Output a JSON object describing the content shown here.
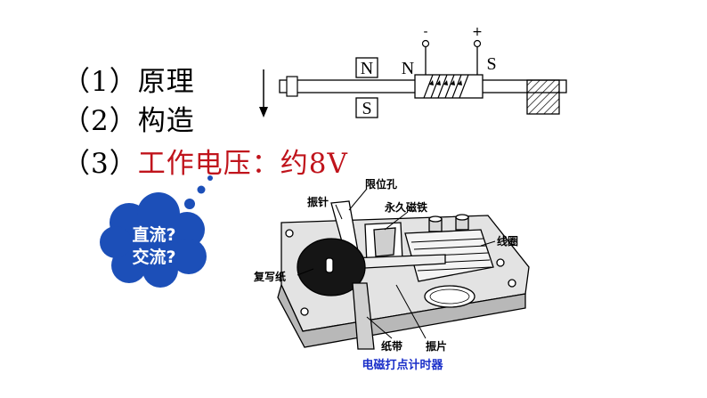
{
  "items": [
    {
      "num": "（1）",
      "text": "原理"
    },
    {
      "num": "（2）",
      "text": "构造"
    },
    {
      "num": "（3）",
      "text": "工作电压：约8V"
    }
  ],
  "cloud": {
    "line1": "直流?",
    "line2": "交流?"
  },
  "principle_diagram": {
    "magnet_top": "N",
    "magnet_bottom": "S",
    "coil_left_pole": "N",
    "coil_right_pole": "S",
    "terminal_minus": "-",
    "terminal_plus": "+"
  },
  "device": {
    "labels": {
      "limit_hole": "限位孔",
      "vibrating_needle": "振针",
      "permanent_magnet": "永久磁铁",
      "coil": "线圈",
      "carbon_paper": "复写纸",
      "paper_tape": "纸带",
      "vibrating_plate": "振片"
    },
    "caption": "电磁打点计时器"
  }
}
